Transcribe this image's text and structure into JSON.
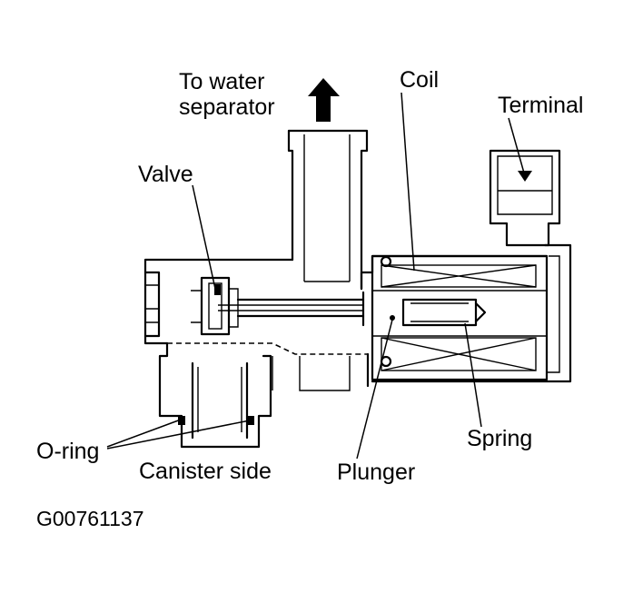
{
  "labels": {
    "water_separator": "To water\nseparator",
    "coil": "Coil",
    "terminal": "Terminal",
    "valve": "Valve",
    "spring": "Spring",
    "o_ring": "O-ring",
    "canister_side": "Canister side",
    "plunger": "Plunger",
    "figure_code": "G00761137"
  }
}
